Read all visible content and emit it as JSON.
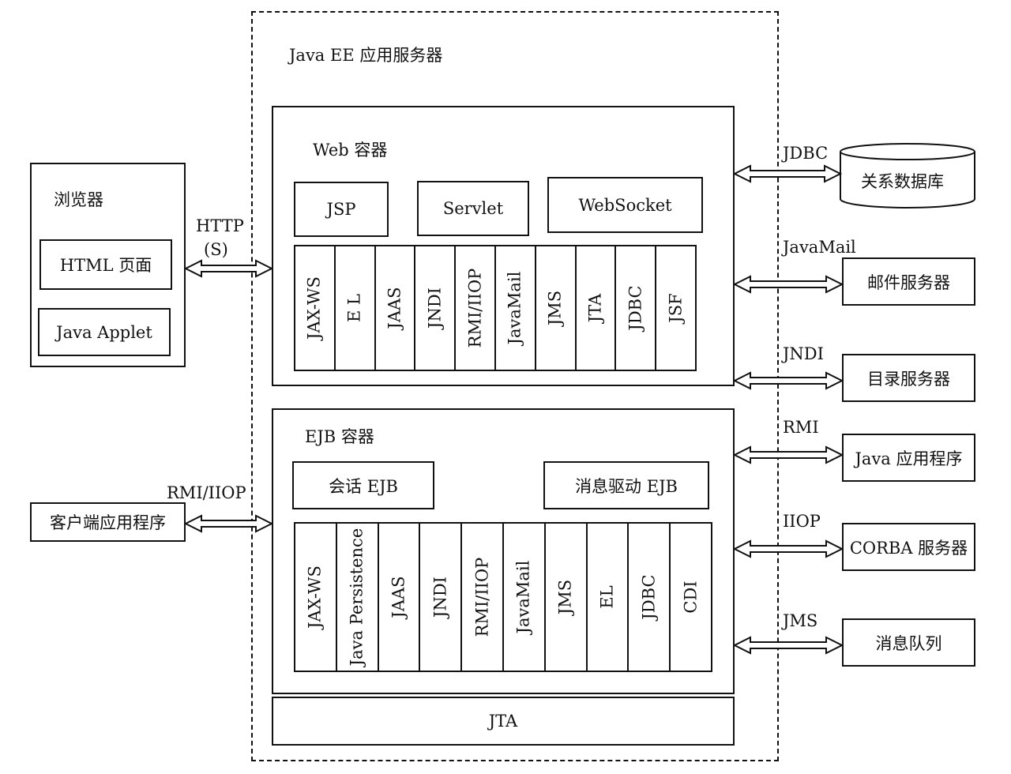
{
  "server": {
    "title": "Java EE 应用服务器"
  },
  "browser": {
    "title": "浏览器",
    "items": [
      "HTML 页面",
      "Java Applet"
    ]
  },
  "web_container": {
    "title": "Web 容器",
    "components": [
      "JSP",
      "Servlet",
      "WebSocket"
    ],
    "apis": [
      "JAX-WS",
      "E L",
      "JAAS",
      "JNDI",
      "RMI/IIOP",
      "JavaMail",
      "JMS",
      "JTA",
      "JDBC",
      "JSF"
    ]
  },
  "ejb_container": {
    "title": "EJB 容器",
    "components": [
      "会话 EJB",
      "消息驱动 EJB"
    ],
    "apis": [
      "JAX-WS",
      "Java Persistence",
      "JAAS",
      "JNDI",
      "RMI/IIOP",
      "JavaMail",
      "JMS",
      "EL",
      "JDBC",
      "CDI"
    ]
  },
  "jta": {
    "label": "JTA"
  },
  "client": {
    "label": "客户端应用程序"
  },
  "links": {
    "http": [
      "HTTP",
      "(S)"
    ],
    "rmi_iiop": "RMI/IIOP",
    "jdbc": "JDBC",
    "javamail": "JavaMail",
    "jndi": "JNDI",
    "rmi": "RMI",
    "iiop": "IIOP",
    "jms": "JMS"
  },
  "external": {
    "database": "关系数据库",
    "mail": "邮件服务器",
    "directory": "目录服务器",
    "java_app": "Java 应用程序",
    "corba": "CORBA 服务器",
    "mq": "消息队列"
  }
}
